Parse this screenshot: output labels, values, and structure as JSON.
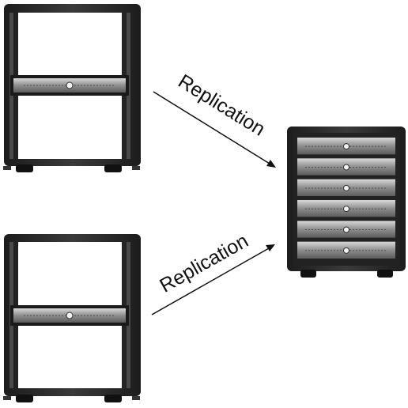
{
  "diagram": {
    "arrows": [
      {
        "label": "Replication",
        "direction": "down-right"
      },
      {
        "label": "Replication",
        "direction": "up-right"
      }
    ],
    "racks": [
      {
        "role": "source",
        "servers": 1
      },
      {
        "role": "source",
        "servers": 1
      },
      {
        "role": "destination",
        "servers": 6
      }
    ]
  },
  "colors": {
    "rack_frame": "#2b2b2b",
    "rack_interior": "#ffffff",
    "server_face": "#9a9a9a",
    "arrow": "#111111"
  }
}
